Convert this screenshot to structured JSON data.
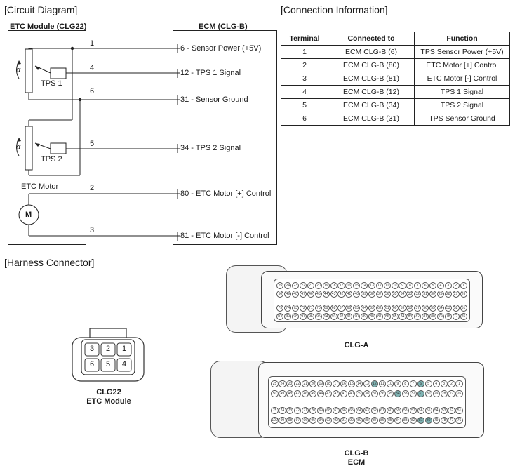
{
  "sections": {
    "circuit": "[Circuit Diagram]",
    "connection": "[Connection Information]",
    "harness": "[Harness Connector]"
  },
  "module": {
    "title": "ETC Module (CLG22)",
    "tps1": "TPS 1",
    "tps2": "TPS 2",
    "alpha": "α",
    "motor_label": "ETC Motor",
    "motor_symbol": "M",
    "wires": [
      "1",
      "4",
      "6",
      "5",
      "2",
      "3"
    ]
  },
  "ecm": {
    "title": "ECM (CLG-B)",
    "pins": [
      "6 - Sensor Power (+5V)",
      "12 - TPS 1 Signal",
      "31 - Sensor Ground",
      "34 - TPS 2 Signal",
      "80 - ETC Motor [+] Control",
      "81 - ETC Motor [-] Control"
    ]
  },
  "table": {
    "headers": [
      "Terminal",
      "Connected to",
      "Function"
    ],
    "rows": [
      [
        "1",
        "ECM CLG-B (6)",
        "TPS Sensor Power (+5V)"
      ],
      [
        "2",
        "ECM CLG-B (80)",
        "ETC Motor [+] Control"
      ],
      [
        "3",
        "ECM CLG-B (81)",
        "ETC Motor [-] Control"
      ],
      [
        "4",
        "ECM CLG-B (12)",
        "TPS 1 Signal"
      ],
      [
        "5",
        "ECM CLG-B (34)",
        "TPS 2 Signal"
      ],
      [
        "6",
        "ECM CLG-B (31)",
        "TPS Sensor Ground"
      ]
    ]
  },
  "clg22": {
    "pins_top": [
      "3",
      "2",
      "1"
    ],
    "pins_bottom": [
      "6",
      "5",
      "4"
    ],
    "caption1": "CLG22",
    "caption2": "ETC Module"
  },
  "clg_a": {
    "caption": "CLG-A",
    "rows": [
      [
        "25",
        "24",
        "23",
        "22",
        "21",
        "20",
        "19",
        "18",
        "17",
        "16",
        "15",
        "14",
        "13",
        "12",
        "11",
        "10",
        "9",
        "8",
        "7",
        "6",
        "5",
        "4",
        "3",
        "2",
        "1"
      ],
      [
        "50",
        "49",
        "48",
        "47",
        "46",
        "45",
        "44",
        "43",
        "42",
        "41",
        "40",
        "39",
        "38",
        "37",
        "36",
        "35",
        "34",
        "33",
        "32",
        "31",
        "30",
        "29",
        "28",
        "27",
        "26"
      ],
      [
        "75",
        "74",
        "73",
        "72",
        "71",
        "70",
        "69",
        "68",
        "67",
        "66",
        "65",
        "64",
        "63",
        "62",
        "61",
        "60",
        "59",
        "58",
        "57",
        "56",
        "55",
        "54",
        "53",
        "52",
        "51"
      ],
      [
        "100",
        "99",
        "98",
        "97",
        "96",
        "95",
        "94",
        "93",
        "92",
        "91",
        "90",
        "89",
        "88",
        "87",
        "86",
        "85",
        "84",
        "83",
        "82",
        "81",
        "80",
        "79",
        "78",
        "77",
        "76"
      ]
    ]
  },
  "clg_b": {
    "caption1": "CLG-B",
    "caption2": "ECM",
    "highlight": [
      "6",
      "12",
      "31",
      "34",
      "80",
      "81"
    ],
    "highlight_color": "#7fb3b3",
    "rows": [
      [
        "25",
        "24",
        "23",
        "22",
        "21",
        "20",
        "19",
        "18",
        "17",
        "16",
        "15",
        "14",
        "13",
        "12",
        "11",
        "10",
        "9",
        "8",
        "7",
        "6",
        "5",
        "4",
        "3",
        "2",
        "1"
      ],
      [
        "50",
        "49",
        "48",
        "47",
        "46",
        "45",
        "44",
        "43",
        "42",
        "41",
        "40",
        "39",
        "38",
        "37",
        "36",
        "35",
        "34",
        "33",
        "32",
        "31",
        "30",
        "29",
        "28",
        "27",
        "26"
      ],
      [
        "75",
        "74",
        "73",
        "72",
        "71",
        "70",
        "69",
        "68",
        "67",
        "66",
        "65",
        "64",
        "63",
        "62",
        "61",
        "60",
        "59",
        "58",
        "57",
        "56",
        "55",
        "54",
        "53",
        "52",
        "51"
      ],
      [
        "100",
        "99",
        "98",
        "97",
        "96",
        "95",
        "94",
        "93",
        "92",
        "91",
        "90",
        "89",
        "88",
        "87",
        "86",
        "85",
        "84",
        "83",
        "82",
        "81",
        "80",
        "79",
        "78",
        "77",
        "76"
      ]
    ]
  }
}
